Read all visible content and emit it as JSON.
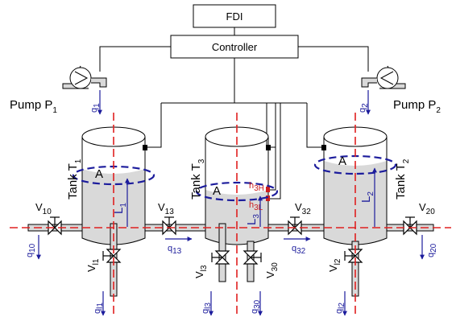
{
  "blocks": {
    "fdi": "FDI",
    "controller": "Controller"
  },
  "pumps": [
    {
      "label": "Pump P",
      "sub": "1"
    },
    {
      "label": "Pump P",
      "sub": "2"
    }
  ],
  "tanks": [
    {
      "label": "Tank T",
      "sub": "1",
      "area": "A",
      "level": "L",
      "level_sub": "1"
    },
    {
      "label": "Tank T",
      "sub": "3",
      "area": "A",
      "level": "L",
      "level_sub": "3"
    },
    {
      "label": "Tank T",
      "sub": "2",
      "area": "A",
      "level": "L",
      "level_sub": "2"
    }
  ],
  "sensors": {
    "high": {
      "label": "h",
      "sub": "3H"
    },
    "low": {
      "label": "h",
      "sub": "3L"
    }
  },
  "valves": [
    {
      "id": "v10",
      "label": "V",
      "sub": "10"
    },
    {
      "id": "v13",
      "label": "V",
      "sub": "13"
    },
    {
      "id": "v32",
      "label": "V",
      "sub": "32"
    },
    {
      "id": "v20",
      "label": "V",
      "sub": "20"
    },
    {
      "id": "v11",
      "label": "V",
      "sub": "l1"
    },
    {
      "id": "v13b",
      "label": "V",
      "sub": "l3"
    },
    {
      "id": "v30",
      "label": "V",
      "sub": "30"
    },
    {
      "id": "v12",
      "label": "V",
      "sub": "l2"
    }
  ],
  "flows": [
    {
      "id": "q1",
      "label": "q",
      "sub": "1"
    },
    {
      "id": "q2",
      "label": "q",
      "sub": "2"
    },
    {
      "id": "q10",
      "label": "q",
      "sub": "10"
    },
    {
      "id": "q13",
      "label": "q",
      "sub": "13"
    },
    {
      "id": "q32",
      "label": "q",
      "sub": "32"
    },
    {
      "id": "q20",
      "label": "q",
      "sub": "20"
    },
    {
      "id": "q11",
      "label": "q",
      "sub": "l1"
    },
    {
      "id": "q13b",
      "label": "q",
      "sub": "l3"
    },
    {
      "id": "q30",
      "label": "q",
      "sub": "30"
    },
    {
      "id": "q12",
      "label": "q",
      "sub": "l2"
    }
  ],
  "colors": {
    "axis": "#e02020",
    "flow": "#1c1c9c",
    "water": "#d9d9d9",
    "sensor": "#cc1e1e"
  }
}
